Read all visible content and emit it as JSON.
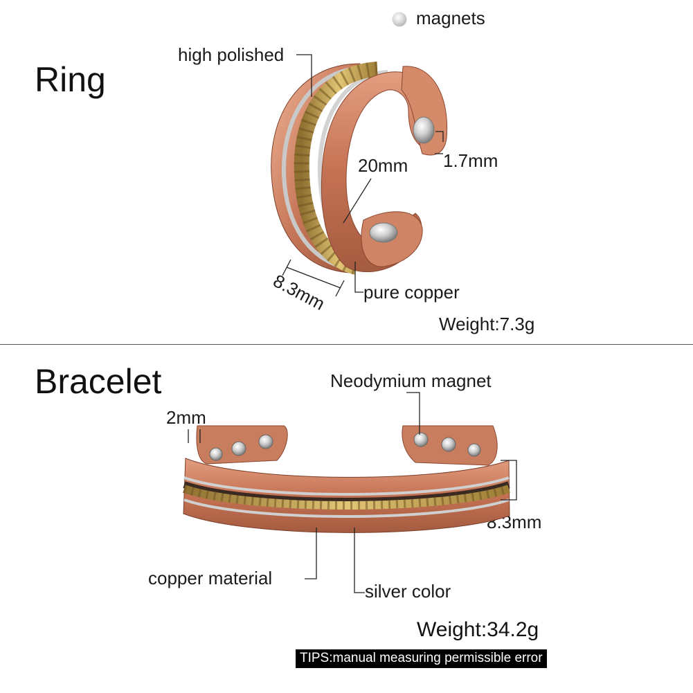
{
  "ring": {
    "title": "Ring",
    "labels": {
      "magnets": "magnets",
      "high_polished": "high polished",
      "diameter": "20mm",
      "thickness": "1.7mm",
      "width": "8.3mm",
      "pure_copper": "pure copper",
      "weight": "Weight:7.3g"
    }
  },
  "bracelet": {
    "title": "Bracelet",
    "labels": {
      "magnet": "Neodymium magnet",
      "thickness": "2mm",
      "width": "8.3mm",
      "copper": "copper material",
      "silver": "silver color",
      "weight": "Weight:34.2g"
    }
  },
  "tips": "TIPS:manual measuring permissible error",
  "colors": {
    "copper": "#c8785a",
    "copper_light": "#e9a98a",
    "copper_dark": "#8a4630",
    "gold": "#c9a44a",
    "silver": "#b9b9b9",
    "leader": "#222222"
  }
}
